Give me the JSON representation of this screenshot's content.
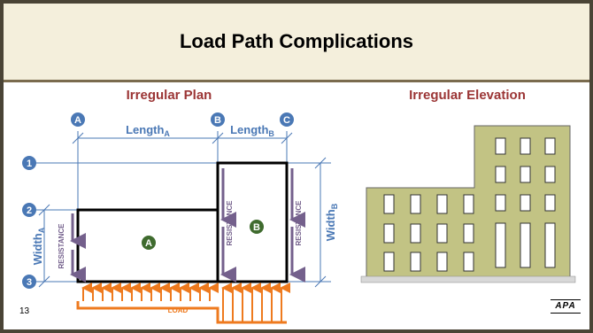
{
  "title": "Load Path Complications",
  "plan": {
    "heading": "Irregular Plan",
    "grid_cols": [
      "A",
      "B",
      "C"
    ],
    "grid_rows": [
      "1",
      "2",
      "3"
    ],
    "length_a": "Length",
    "length_a_sub": "A",
    "length_b": "Length",
    "length_b_sub": "B",
    "width_a": "Width",
    "width_a_sub": "A",
    "width_b": "Width",
    "width_b_sub": "B",
    "region_a": "A",
    "region_b": "B",
    "resistance": "RESISTANCE",
    "load": "LOAD"
  },
  "elevation": {
    "heading": "Irregular Elevation"
  },
  "page_number": "13",
  "logo_text": "APA",
  "colors": {
    "accent_red": "#9b3535",
    "dim_blue": "#4a78b5",
    "arrow_purple": "#74608c",
    "load_orange": "#ee7a1e",
    "building_fill": "#c2c384",
    "title_bg": "#f4efdc",
    "region_marker": "#3f6b2e"
  }
}
